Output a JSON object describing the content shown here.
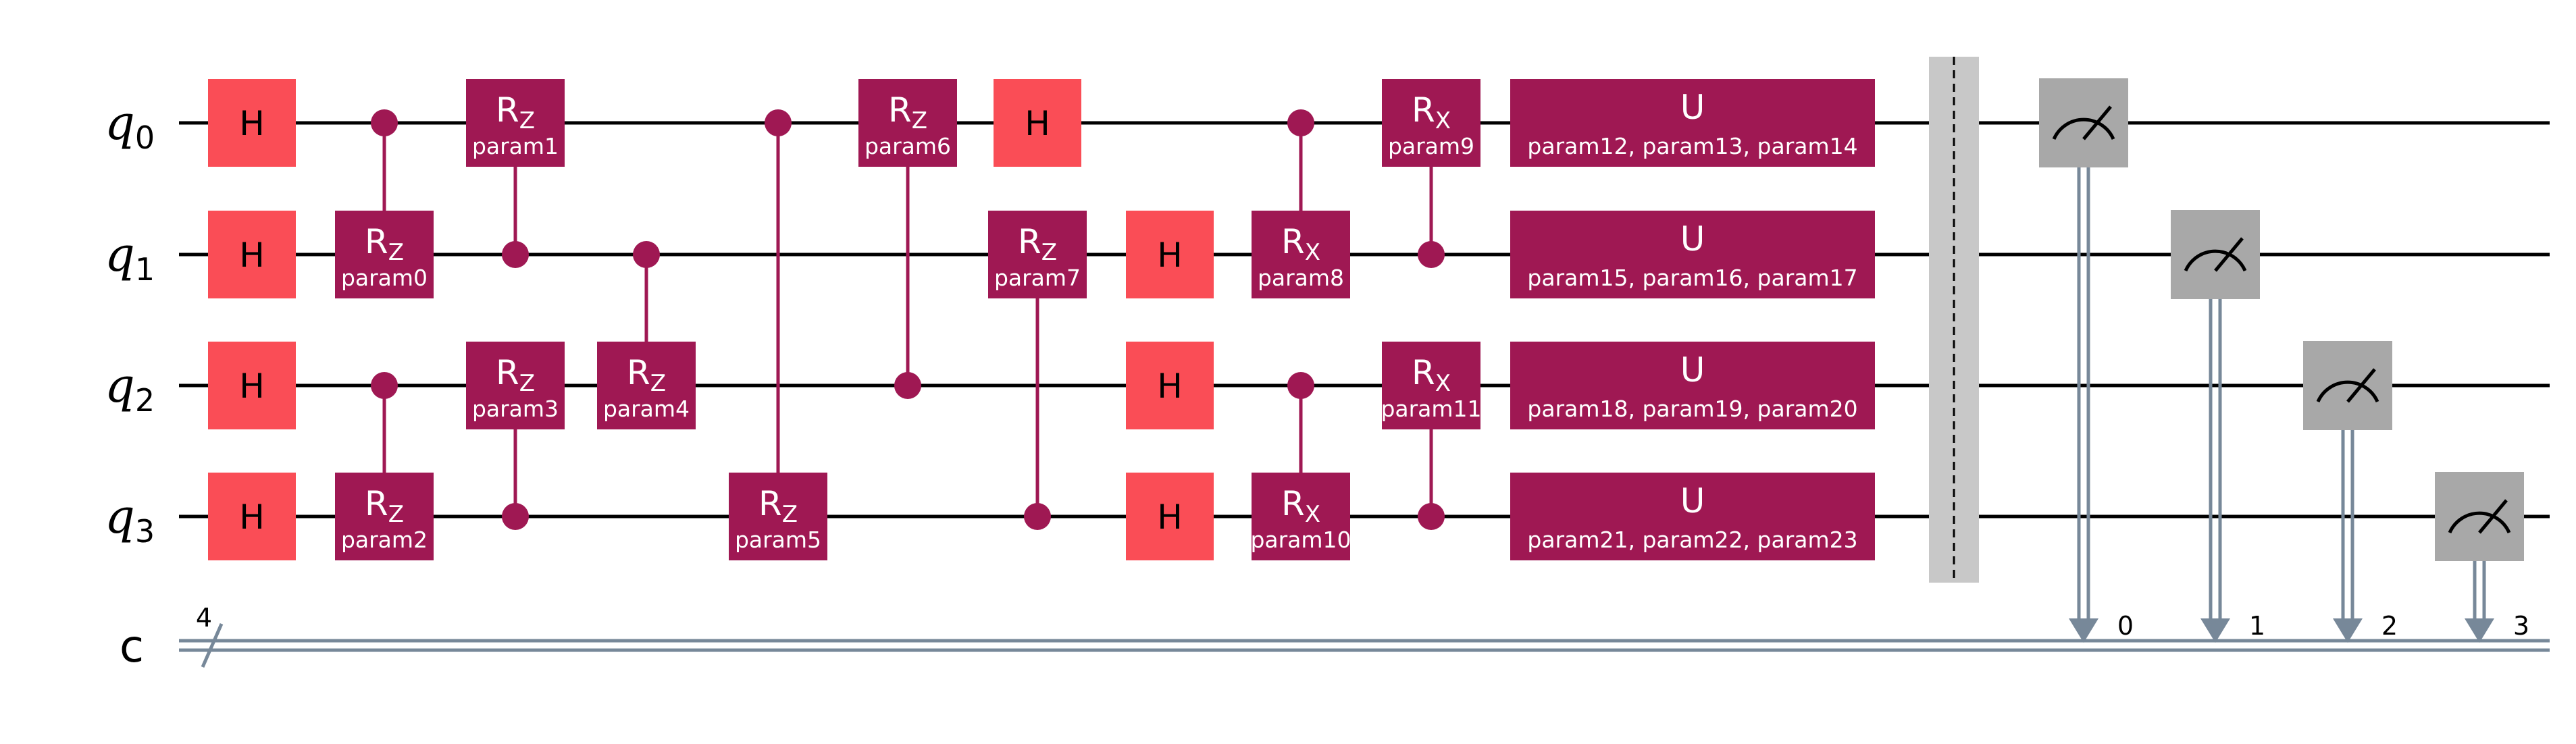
{
  "qubits": [
    {
      "name": "q",
      "index": "0"
    },
    {
      "name": "q",
      "index": "1"
    },
    {
      "name": "q",
      "index": "2"
    },
    {
      "name": "q",
      "index": "3"
    }
  ],
  "classical": {
    "name": "c",
    "size": "4",
    "bits": [
      "0",
      "1",
      "2",
      "3"
    ]
  },
  "colors": {
    "h_gate": "#fa4d56",
    "param_gate": "#9f1853",
    "measure": "#a8a8a8",
    "barrier": "#c8c8c8",
    "classical_wire": "#778899"
  },
  "gates": [
    {
      "type": "h",
      "label": "H",
      "qubit": 0,
      "col": 0
    },
    {
      "type": "h",
      "label": "H",
      "qubit": 1,
      "col": 0
    },
    {
      "type": "h",
      "label": "H",
      "qubit": 2,
      "col": 0
    },
    {
      "type": "h",
      "label": "H",
      "qubit": 3,
      "col": 0
    },
    {
      "type": "crot",
      "axis": "Z",
      "param": "param0",
      "control": 0,
      "target": 1,
      "col": 1
    },
    {
      "type": "crot",
      "axis": "Z",
      "param": "param2",
      "control": 2,
      "target": 3,
      "col": 1
    },
    {
      "type": "crot",
      "axis": "Z",
      "param": "param1",
      "control": 1,
      "target": 0,
      "col": 2
    },
    {
      "type": "crot",
      "axis": "Z",
      "param": "param3",
      "control": 3,
      "target": 2,
      "col": 2
    },
    {
      "type": "crot",
      "axis": "Z",
      "param": "param4",
      "control": 1,
      "target": 2,
      "col": 3
    },
    {
      "type": "crot",
      "axis": "Z",
      "param": "param5",
      "control": 0,
      "target": 3,
      "col": 4
    },
    {
      "type": "crot",
      "axis": "Z",
      "param": "param6",
      "control": 2,
      "target": 0,
      "col": 5
    },
    {
      "type": "h",
      "label": "H",
      "qubit": 0,
      "col": 6
    },
    {
      "type": "crot",
      "axis": "Z",
      "param": "param7",
      "control": 3,
      "target": 1,
      "col": 6
    },
    {
      "type": "h",
      "label": "H",
      "qubit": 1,
      "col": 7
    },
    {
      "type": "h",
      "label": "H",
      "qubit": 2,
      "col": 7
    },
    {
      "type": "h",
      "label": "H",
      "qubit": 3,
      "col": 7
    },
    {
      "type": "crot",
      "axis": "X",
      "param": "param8",
      "control": 0,
      "target": 1,
      "col": 8
    },
    {
      "type": "crot",
      "axis": "X",
      "param": "param10",
      "control": 2,
      "target": 3,
      "col": 8
    },
    {
      "type": "crot",
      "axis": "X",
      "param": "param9",
      "control": 1,
      "target": 0,
      "col": 9
    },
    {
      "type": "crot",
      "axis": "X",
      "param": "param11",
      "control": 3,
      "target": 2,
      "col": 9
    },
    {
      "type": "u",
      "label": "U",
      "params": "param12, param13, param14",
      "qubit": 0,
      "col": 10
    },
    {
      "type": "u",
      "label": "U",
      "params": "param15, param16, param17",
      "qubit": 1,
      "col": 10
    },
    {
      "type": "u",
      "label": "U",
      "params": "param18, param19, param20",
      "qubit": 2,
      "col": 10
    },
    {
      "type": "u",
      "label": "U",
      "params": "param21, param22, param23",
      "qubit": 3,
      "col": 10
    }
  ],
  "barrier": {
    "qubits": [
      0,
      1,
      2,
      3
    ]
  },
  "measurements": [
    {
      "qubit": 0,
      "cbit": "0"
    },
    {
      "qubit": 1,
      "cbit": "1"
    },
    {
      "qubit": 2,
      "cbit": "2"
    },
    {
      "qubit": 3,
      "cbit": "3"
    }
  ]
}
